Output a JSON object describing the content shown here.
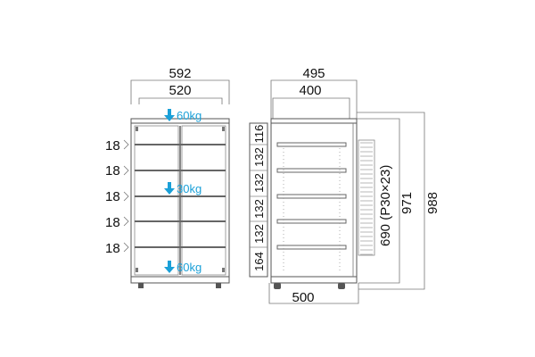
{
  "front_view": {
    "outer_width": "592",
    "inner_width": "520",
    "load_top": "60kg",
    "load_middle": "30kg",
    "load_bottom": "60kg",
    "glass_thickness_label": "18"
  },
  "side_view": {
    "top_depth": "495",
    "inner_depth": "400",
    "base_depth": "500",
    "height_total": "988",
    "height_body": "971",
    "adjust_range": "690 (P30×23)",
    "shelf_pitches": [
      "116",
      "132",
      "132",
      "132",
      "132",
      "164"
    ]
  },
  "colors": {
    "load_arrow": "#1aa0d8",
    "line": "#555555"
  },
  "icons": {
    "load_arrow": "down-arrow-icon",
    "chevron": "chevron-right-icon"
  }
}
